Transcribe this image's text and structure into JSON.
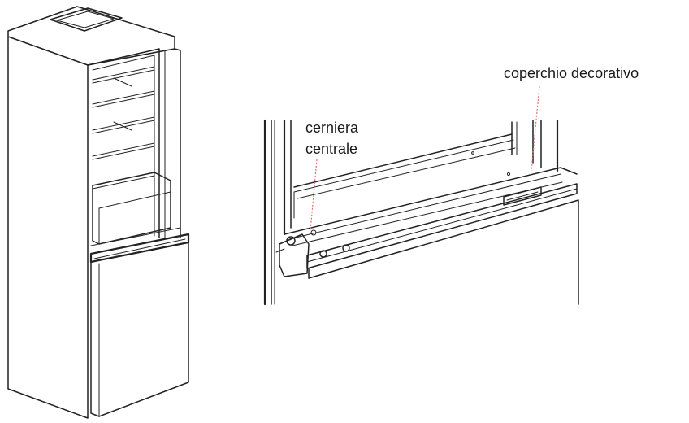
{
  "labels": {
    "decorative_cover": "coperchio decorativo",
    "hinge_line1": "cerniera",
    "hinge_line2": "centrale"
  },
  "colors": {
    "line": "#222222",
    "leader": "#e07070",
    "background": "#ffffff"
  }
}
